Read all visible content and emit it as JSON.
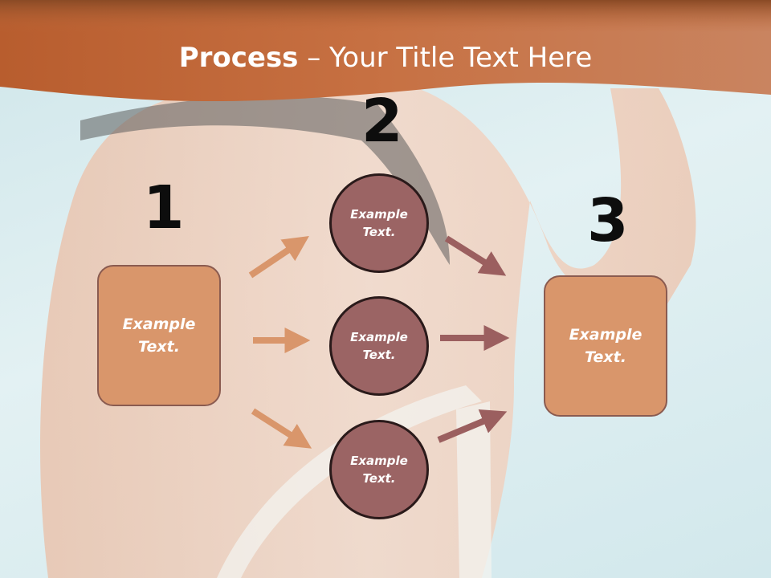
{
  "title": {
    "bold": "Process",
    "rest": " – Your Title Text Here"
  },
  "steps": [
    {
      "number": "1",
      "label": "Example Text."
    },
    {
      "number": "2",
      "label": "Example Text."
    },
    {
      "number": "3",
      "label": "Example Text."
    }
  ],
  "circles": [
    {
      "label": "Example Text."
    },
    {
      "label": "Example Text."
    },
    {
      "label": "Example Text."
    }
  ],
  "colors": {
    "header": "#c0683a",
    "box_fill": "#d9966b",
    "circle_fill": "#9b6464",
    "arrow_in": "#d9966b",
    "arrow_out": "#9b5f5f"
  }
}
